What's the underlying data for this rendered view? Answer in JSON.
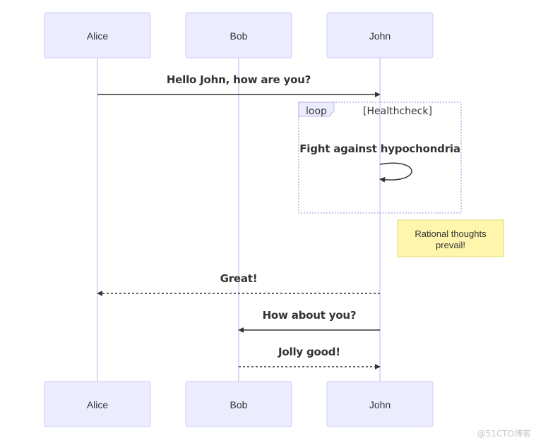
{
  "diagram": {
    "actors": {
      "alice": "Alice",
      "bob": "Bob",
      "john": "John"
    },
    "messages": {
      "m1": "Hello John, how are you?",
      "m2": "Fight against hypochondria",
      "m3": "Great!",
      "m4": "How about you?",
      "m5": "Jolly good!"
    },
    "loop": {
      "keyword": "loop",
      "condition": "[Healthcheck]"
    },
    "note": {
      "line1": "Rational thoughts",
      "line2": "prevail!"
    },
    "watermark": "@51CTO博客"
  },
  "colors": {
    "actor_fill": "#ECECFF",
    "actor_border": "#CCCCFF",
    "lifeline": "#D4CCF0",
    "message_line": "#333333",
    "note_fill": "#FFF5AD",
    "note_border": "#DDDD77",
    "loop_border": "#BBB3E6"
  }
}
